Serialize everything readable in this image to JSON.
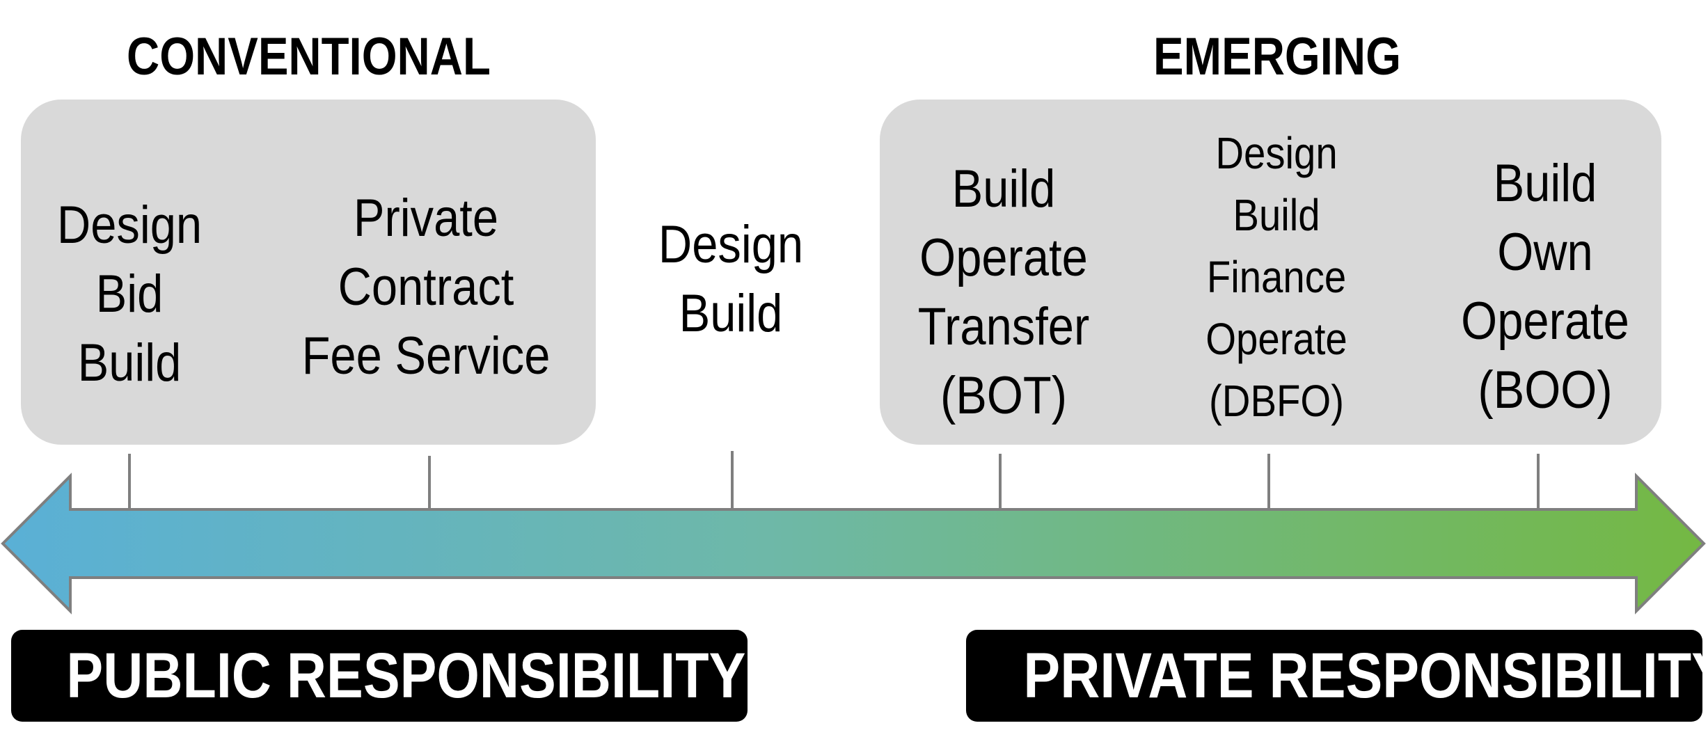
{
  "headings": {
    "conventional": "CONVENTIONAL",
    "emerging": "EMERGING"
  },
  "methods": [
    {
      "lines": [
        "Design",
        "Bid",
        "Build"
      ]
    },
    {
      "lines": [
        "Private",
        "Contract",
        "Fee Service"
      ]
    },
    {
      "lines": [
        "Design",
        "Build"
      ]
    },
    {
      "lines": [
        "Build",
        "Operate",
        "Transfer",
        "(BOT)"
      ]
    },
    {
      "lines": [
        "Design",
        "Build",
        "Finance",
        "Operate",
        "(DBFO)"
      ]
    },
    {
      "lines": [
        "Build",
        "Own",
        "Operate",
        "(BOO)"
      ]
    }
  ],
  "responsibility": {
    "public": "PUBLIC RESPONSIBILITY",
    "private": "PRIVATE RESPONSIBILITY"
  },
  "colors": {
    "group_box": "#d9d9d9",
    "arrow_start": "#5ab0d6",
    "arrow_end": "#74b843",
    "arrow_outline": "#7f7f7f",
    "bar": "#000000"
  }
}
